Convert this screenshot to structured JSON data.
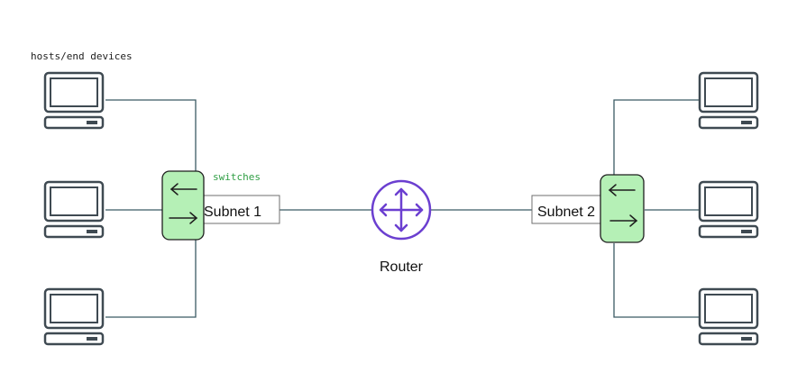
{
  "annotations": {
    "hosts": "hosts/end devices",
    "switches": "switches"
  },
  "subnets": {
    "left": "Subnet 1",
    "right": "Subnet 2"
  },
  "router": {
    "label": "Router"
  },
  "colors": {
    "line": "#3b5b63",
    "device_stroke": "#3f4a52",
    "switch_fill": "#b5f0b6",
    "switch_stroke": "#1e1e1e",
    "router_stroke": "#6b3fd0",
    "annotation_green": "#2f9e44"
  }
}
